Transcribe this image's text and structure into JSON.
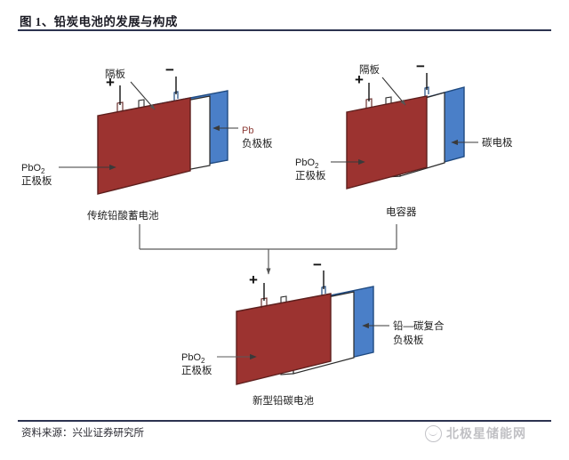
{
  "figure": {
    "title": "图 1、铅炭电池的发展与构成",
    "source_note": "资料来源：兴业证券研究所"
  },
  "watermark": {
    "logo_icon": "smiley-circle-icon",
    "text": "北极星储能网"
  },
  "diagrams": {
    "traditional_battery": {
      "caption": "传统铅酸蓄电池",
      "separator_label": "隔板",
      "positive_sign": "+",
      "negative_sign": "−",
      "positive_plate_line1": "PbO",
      "positive_plate_sub": "2",
      "positive_plate_line2": "正极板",
      "negative_plate_line1": "Pb",
      "negative_plate_line2": "负极板"
    },
    "capacitor": {
      "caption": "电容器",
      "separator_label": "隔板",
      "positive_sign": "+",
      "negative_sign": "−",
      "positive_plate_line1": "PbO",
      "positive_plate_sub": "2",
      "positive_plate_line2": "正极板",
      "negative_plate_line1": "碳电极"
    },
    "lead_carbon_battery": {
      "caption": "新型铅碳电池",
      "positive_sign": "+",
      "negative_sign": "−",
      "positive_plate_line1": "PbO",
      "positive_plate_sub": "2",
      "positive_plate_line2": "正极板",
      "negative_plate_line1": "铅—碳复合",
      "negative_plate_line2": "负极板"
    }
  },
  "colors": {
    "positive_plate": "#9c3330",
    "positive_plate_edge": "#5d1f1d",
    "negative_plate": "#4a7fc8",
    "negative_plate_edge": "#1f4a80",
    "separator_plate": "#ffffff",
    "separator_plate_edge": "#2a2a2a",
    "rule": "#2c3350",
    "leader": "#6e6e6e"
  }
}
